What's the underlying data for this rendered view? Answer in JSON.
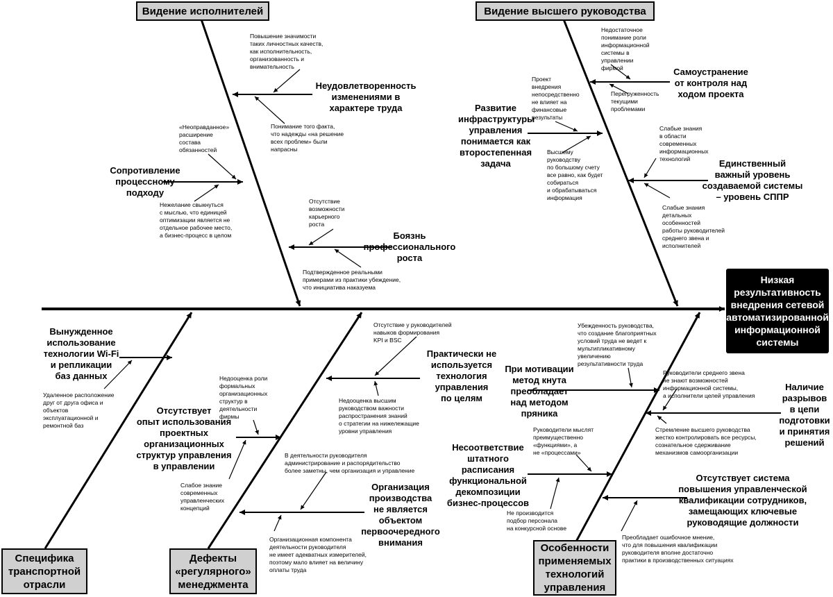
{
  "result": "Низкая\nрезультативность\nвнедрения сетевой\nавтоматизированной\nинформационной\nсистемы",
  "categories": {
    "executors": "Видение исполнителей",
    "management": "Видение высшего руководства",
    "transport": "Специфика\nтранспортной\nотрасли",
    "regular": "Дефекты\n«регулярного»\nменеджмента",
    "technologies": "Особенности\nприменяемых\nтехнологий\nуправления"
  },
  "causes": {
    "dissatisfaction": "Неудовлетворенность\nизменениями в\nхарактере труда",
    "resistance": "Сопротивление\nпроцессному\nподходу",
    "fear": "Боязнь\nпрофессионального\nроста",
    "infrastructure": "Развитие\nинфраструктуры\nуправления\nпонимается как\nвторостепенная\nзадача",
    "self_removal": "Самоустранение\nот контроля над\nходом проекта",
    "single_level": "Единственный\nважный уровень\nсоздаваемой системы\n– уровень СППР",
    "wifi": "Вынужденное\nиспользование\nтехнологии Wi-Fi\nи репликации\nбаз данных",
    "no_experience": "Отсутствует\nопыт использования\nпроектных\nорганизационных\nструктур управления\nв управлении",
    "not_used": "Практически не\nиспользуется\nтехнология\nуправления\nпо целям",
    "organization": "Организация\nпроизводства\nне является\nобъектом\nпервоочередного\nвнимания",
    "whip": "При мотивации\nметод  кнута\nпреобладает\nнад методом\nпряника",
    "gaps": "Наличие\nразрывов\nв цепи\nподготовки\nи принятия\nрешений",
    "mismatch": "Несоответствие\nштатного\nрасписания\nфункциональной\nдекомпозиции\nбизнес-процессов",
    "no_system": "Отсутствует система\nповышения управленческой\nквалификации сотрудников,\nзамещающих ключевые\nруководящие должности"
  },
  "notes": {
    "n_significance": "Повышение значимости\nтаких личностных качеств,\nкак исполнительность,\nорганизованность и\nвнимательность",
    "n_hopes": "Понимание того факта,\nчто надежды «на решение\nвсех проблем» были\nнапрасны",
    "n_unjustified": "«Неоправданное»\nрасширение\nсостава\nобязанностей",
    "n_reluctance": "Нежелание свыкнуться\nс мыслью, что единицей\nоптимизации является не\nотдельное рабочее место,\nа бизнес-процесс в целом",
    "n_career": "Отсутствие\nвозможности\nкарьерного\nроста",
    "n_confirmed": "Подтвержденное реальными\nпримерами из практики убеждение,\nчто инициатива наказуема",
    "n_project": "Проект\nвнедрения\nнепосредственно\nне влияет на\nфинансовые\nрезультаты",
    "n_leaders": "Высшему\nруководству\nпо большому счету\nвсе равно, как будет\nсобираться\nи обрабатываться\nинформация",
    "n_insufficient": "Недостаточное\nпонимание роли\nинформационной\nсистемы в\nуправлении\nфирмой",
    "n_overload": "Перегруженность\nтекущими\nпроблемами",
    "n_weak_modern": "Слабые знания\nв области\nсовременных\nинформационных\nтехнологий",
    "n_weak_detail": "Слабые знания\nдетальных\nособенностей\nработы руководителей\nсреднего звена и\nисполнителей",
    "n_remote": "Удаленное расположение\nдруг от друга офиса и\nобъектов\nэксплуатационной и\nремонтной баз",
    "n_underestimate_formal": "Недооценка роли\nформальных\nорганизационных\nструктур в\nдеятельности\nфирмы",
    "n_weak_concepts": "Слабое знание\nсовременных\nуправленческих\nконцепций",
    "n_kpi": "Отсутствие у руководителей\nнавыков формирования\nKPI и BSC",
    "n_underestimate_knowledge": "Недооценка высшим\nруководством важности\nраспространения знаний\nо стратегии на нижележащие\nуровни управления",
    "n_admin": "В деятельности руководителя\nадминистрирование и распорядительство\nболее заметны, чем организация и управление",
    "n_component": "Организационная компонента\nдеятельности руководителя\nне имеет адекватных измерителей,\nпоэтому мало влияет на величину\nоплаты труда",
    "n_conviction": "Убежденность руководства,\nчто создание благоприятных\nусловий труда не ведет к\nмультипликативному\nувеличению\nрезультативности труда",
    "n_middle": "Руководители среднего звена\nне знают возможностей\nинформационной системы,\nа исполнители целей управления",
    "n_striving": "Стремление высшего руководства\nжестко контролировать все ресурсы,\nсознательное сдерживание\nмеханизмов самоорганизации",
    "n_functions": "Руководители мыслят\nпреимущественно\n«функциями», а\nне «процессами»",
    "n_selection": "Не производится\nподбор персонала\nна конкурсной основе",
    "n_misconception": "Преобладает ошибочное мнение,\nчто для повышения квалификации\nруководителя вполне достаточно\nпрактики в производственных ситуациях"
  }
}
